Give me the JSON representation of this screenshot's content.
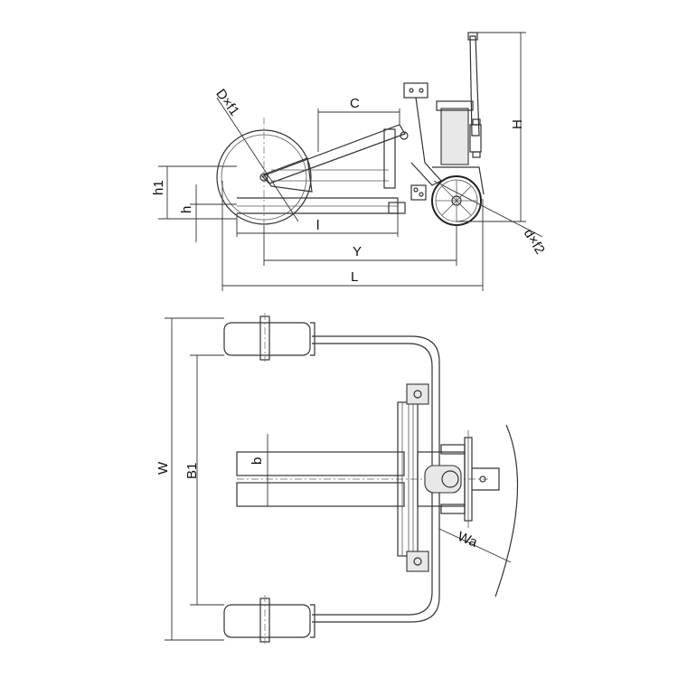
{
  "side_view": {
    "labels": {
      "C": "C",
      "H": "H",
      "Dxf1": "D×f1",
      "dxf2": "d×f2",
      "h1": "h1",
      "h": "h",
      "l": "l",
      "Y": "Y",
      "L": "L"
    }
  },
  "top_view": {
    "labels": {
      "W": "W",
      "B1": "B1",
      "b": "b",
      "Wa": "Wa"
    }
  },
  "colors": {
    "line": "#333333",
    "background": "#ffffff"
  }
}
